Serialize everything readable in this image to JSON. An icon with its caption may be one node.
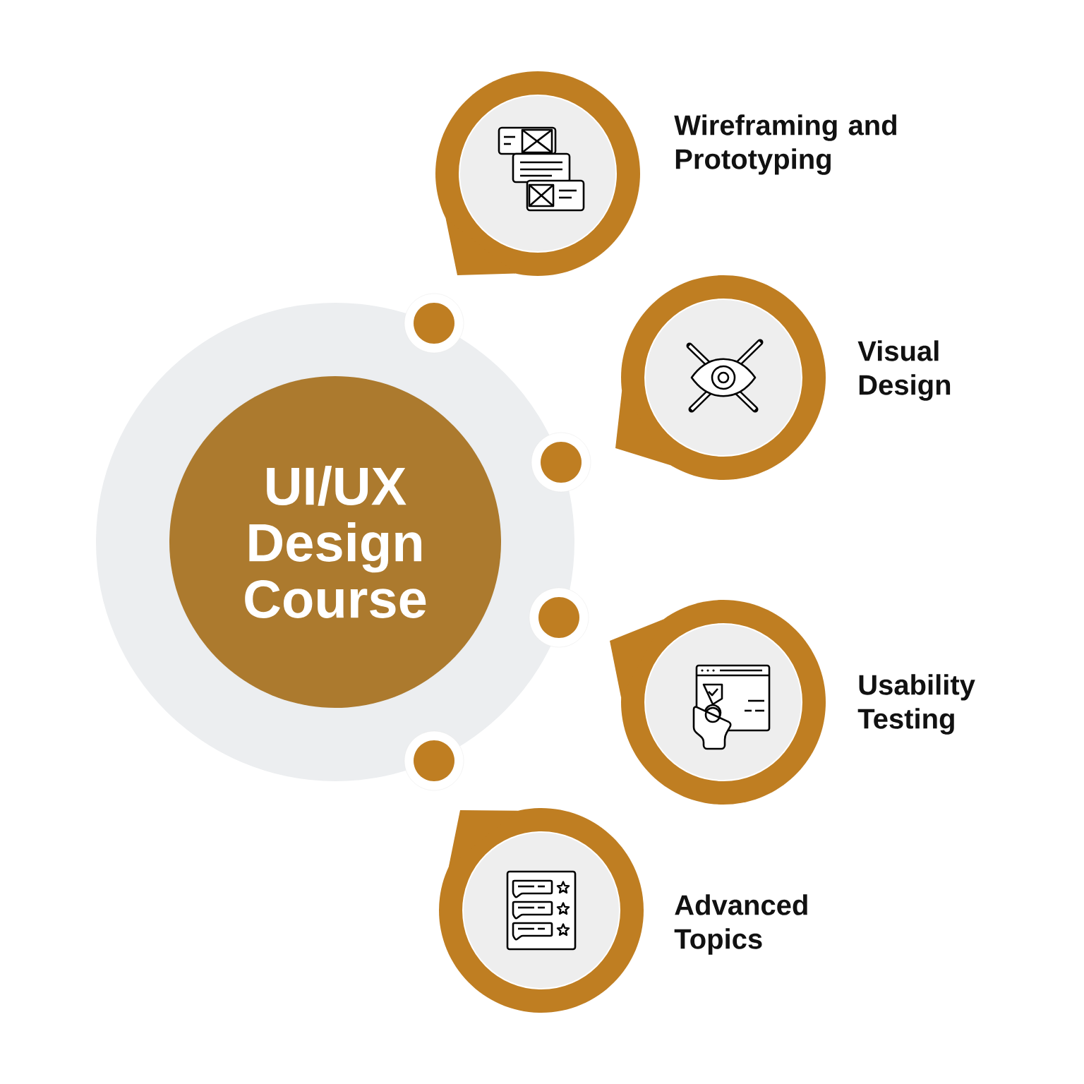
{
  "diagram": {
    "nodes": [
      {
        "text": [],
        "shape": "circle"
      },
      {
        "text": [
          "UI/UX Design Course"
        ],
        "in": 0
      },
      {
        "text": [
          "Wireframing and Prototyping"
        ]
      },
      {
        "text": [
          "Visual Design"
        ]
      },
      {
        "text": [
          "Usability Testing"
        ]
      },
      {
        "text": [
          "Advanced Topics"
        ]
      }
    ]
  }
}
